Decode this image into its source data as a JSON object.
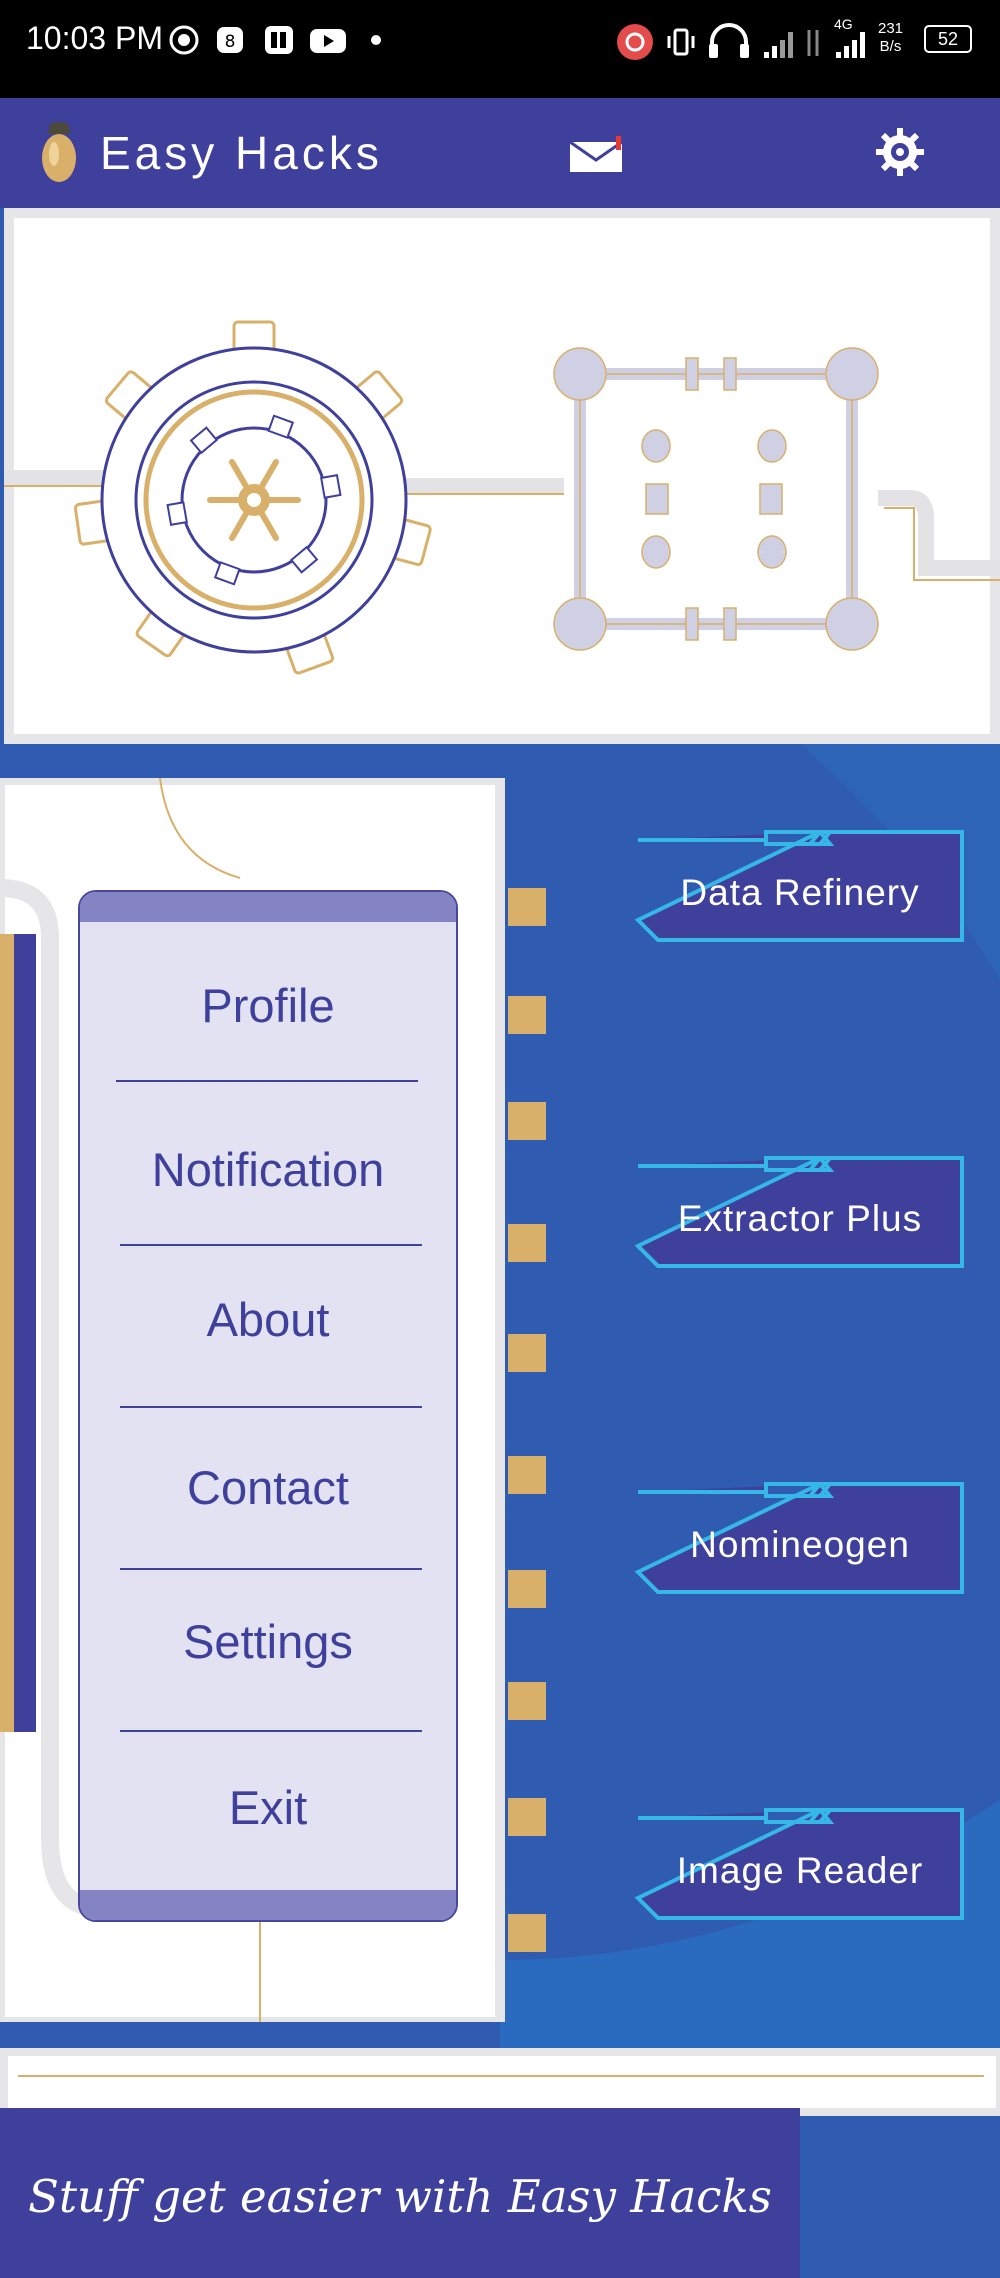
{
  "status_bar": {
    "time": "10:03 PM",
    "network": "4G",
    "data_rate_value": "231",
    "data_rate_unit": "B/s",
    "battery": "52"
  },
  "app_bar": {
    "title": "Easy Hacks",
    "icons": [
      "app-logo",
      "mail-icon",
      "gear-icon"
    ]
  },
  "side_menu": {
    "items": [
      {
        "label": "Profile"
      },
      {
        "label": "Notification"
      },
      {
        "label": "About"
      },
      {
        "label": "Contact"
      },
      {
        "label": "Settings"
      },
      {
        "label": "Exit"
      }
    ]
  },
  "tools": [
    {
      "label": "Data Refinery"
    },
    {
      "label": "Extractor Plus"
    },
    {
      "label": "Nomineogen"
    },
    {
      "label": "Image Reader"
    }
  ],
  "footer": {
    "tagline": "Stuff get easier with Easy Hacks"
  },
  "colors": {
    "primary": "#3f3f9c",
    "background": "#2f5bb0",
    "accent_gold": "#d9b06a",
    "button_border": "#35b8e8",
    "menu_panel": "#e0e0f2"
  }
}
